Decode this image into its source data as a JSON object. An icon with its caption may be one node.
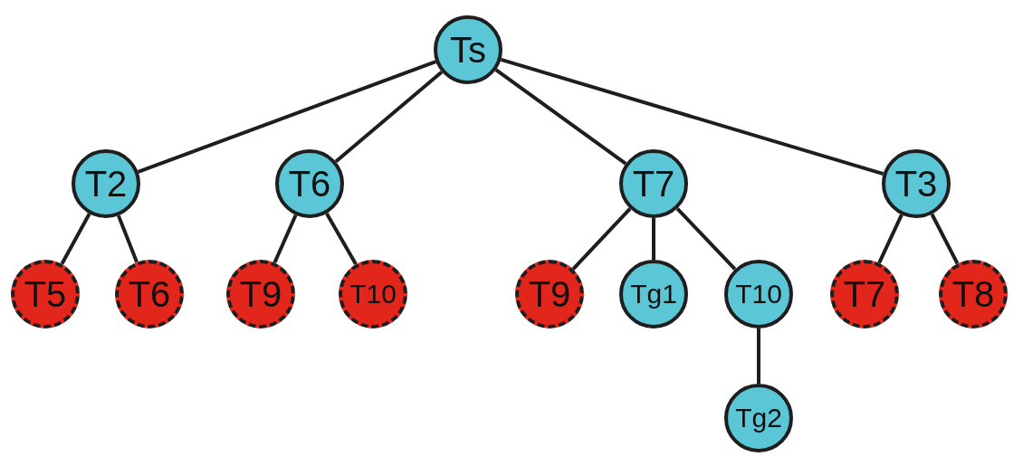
{
  "diagram": {
    "nodes": [
      {
        "text": [
          "Ts"
        ]
      },
      {
        "text": [
          "T2"
        ]
      },
      {
        "text": [
          "T6"
        ]
      },
      {
        "text": [
          "T7"
        ]
      },
      {
        "text": [
          "T3"
        ]
      },
      {
        "text": [
          "T5"
        ]
      },
      {
        "text": [
          "T6"
        ]
      },
      {
        "text": [
          "T9"
        ]
      },
      {
        "text": [
          "T10"
        ]
      },
      {
        "text": [
          "T9"
        ]
      },
      {
        "text": [
          "Tg1"
        ]
      },
      {
        "text": [
          "T10"
        ]
      },
      {
        "text": [
          "T7"
        ]
      },
      {
        "text": [
          "T8"
        ]
      },
      {
        "text": [
          "Tg2"
        ]
      }
    ],
    "edges": [
      {
        "from": 0,
        "to": 1,
        "arrow": "none"
      },
      {
        "from": 0,
        "to": 2,
        "arrow": "none"
      },
      {
        "from": 0,
        "to": 3,
        "arrow": "none"
      },
      {
        "from": 0,
        "to": 4,
        "arrow": "none"
      },
      {
        "from": 1,
        "to": 5,
        "arrow": "none"
      },
      {
        "from": 1,
        "to": 6,
        "arrow": "none"
      },
      {
        "from": 2,
        "to": 7,
        "arrow": "none"
      },
      {
        "from": 2,
        "to": 8,
        "arrow": "none"
      },
      {
        "from": 3,
        "to": 9,
        "arrow": "none"
      },
      {
        "from": 3,
        "to": 10,
        "arrow": "none"
      },
      {
        "from": 3,
        "to": 11,
        "arrow": "none"
      },
      {
        "from": 4,
        "to": 12,
        "arrow": "none"
      },
      {
        "from": 4,
        "to": 13,
        "arrow": "none"
      },
      {
        "from": 11,
        "to": 14,
        "arrow": "none"
      }
    ]
  }
}
